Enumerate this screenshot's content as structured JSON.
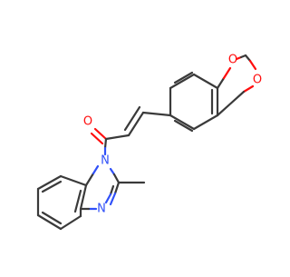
{
  "molecule": {
    "atom_colors": {
      "carbon": "#3a3a3a",
      "oxygen": "#ff0d0d",
      "nitrogen": "#3050f8"
    },
    "atom_labels": [
      {
        "id": "o-dioxole-top",
        "element": "oxygen",
        "text": "O"
      },
      {
        "id": "o-dioxole-bottom",
        "element": "oxygen",
        "text": "O"
      },
      {
        "id": "o-carbonyl",
        "element": "oxygen",
        "text": "O"
      },
      {
        "id": "n-amide",
        "element": "nitrogen",
        "text": "N"
      },
      {
        "id": "n-imine",
        "element": "nitrogen",
        "text": "N"
      }
    ]
  }
}
